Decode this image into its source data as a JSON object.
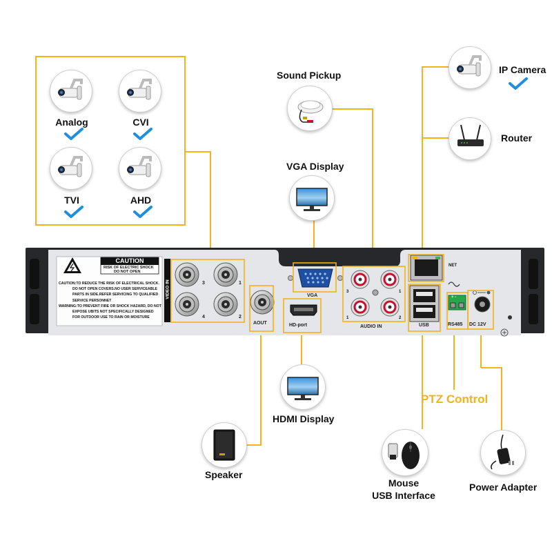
{
  "camera_types": [
    {
      "label": "Analog"
    },
    {
      "label": "CVI"
    },
    {
      "label": "TVI"
    },
    {
      "label": "AHD"
    }
  ],
  "devices": {
    "sound_pickup": "Sound Pickup",
    "vga_display": "VGA Display",
    "ip_camera": "IP Camera",
    "router": "Router",
    "hdmi_display": "HDMI Display",
    "speaker": "Speaker",
    "mouse_line1": "Mouse",
    "mouse_line2": "USB Interface",
    "power_adapter": "Power Adapter",
    "ptz_control": "PTZ Control"
  },
  "panel": {
    "caution_title": "CAUTION",
    "caution_sub1": "RISK OF ELECTRIC SHOCK",
    "caution_sub2": "DO NOT OPEN",
    "warning_lines": [
      "CAUTION:TO REDUCE THE RISK OF ELECTRICAL SHOCK.",
      "DO NOT OPEN COVERS.NO USER SERVICEABLE",
      "PARTS IN SIDE.REFER SERVICING TO QUALIFIED",
      "SERVICE PERSONNET",
      "WARNING:TO PREVENT FIRE OR SHOCK HAZARD, DO NOT",
      "EXPOSE UBITS NOT SPECIFICALLY DESIGNED",
      "FOR OUTDOOR USE TO RAIN OR MOISTURE"
    ],
    "video_in": "VIDEO IN",
    "bnc_numbers": [
      "3",
      "1",
      "4",
      "2"
    ],
    "aout": "AOUT",
    "vga": "VGA",
    "hd_port": "HD-port",
    "audio_in": "AUDIO IN",
    "audio_numbers": [
      "3",
      "1",
      "1",
      "2"
    ],
    "net": "NET",
    "usb": "USB",
    "rs485": "RS485",
    "dc12v": "DC 12V",
    "rs485_signs": "+  -"
  },
  "colors": {
    "wire": "#f5b21b",
    "panel_dark": "#26282b",
    "panel_light": "#e4e6ea",
    "check": "#1e8fe0",
    "ptz_text": "#f5b21b"
  }
}
